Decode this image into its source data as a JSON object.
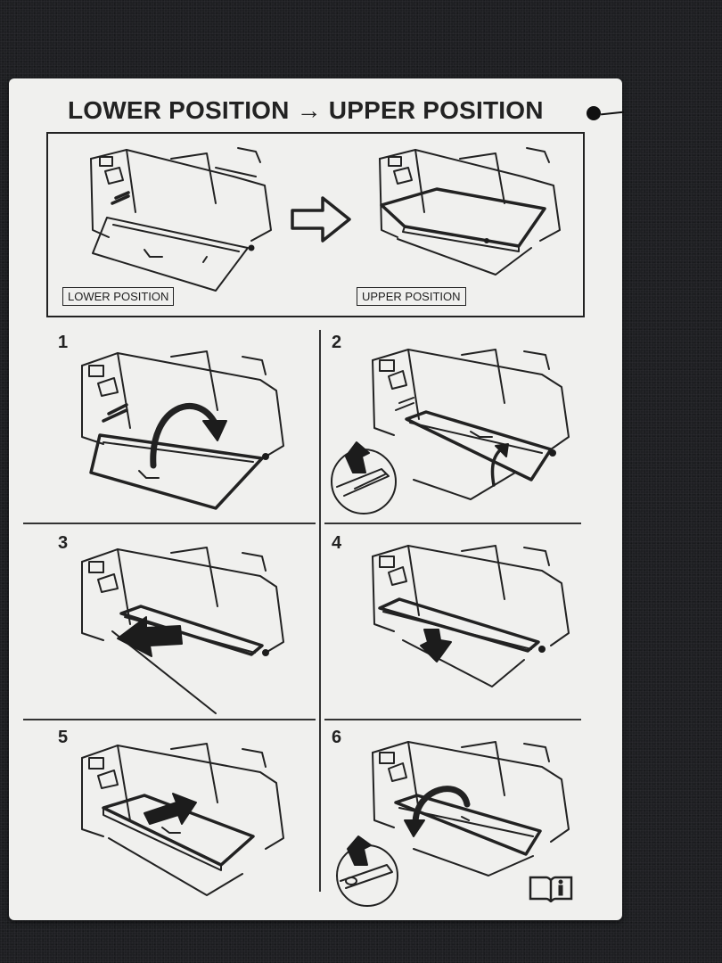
{
  "card": {
    "title_left": "LOWER POSITION",
    "title_arrow": "→",
    "title_right": "UPPER POSITION",
    "lower_label": "LOWER POSITION",
    "upper_label": "UPPER POSITION"
  },
  "steps": [
    "1",
    "2",
    "3",
    "4",
    "5",
    "6"
  ],
  "icons": {
    "state_arrow": "outline-right-arrow-icon",
    "manual": "info-book-icon"
  },
  "colors": {
    "card_bg": "#f0f0ee",
    "ink": "#222222",
    "background": "#1e1f22"
  }
}
